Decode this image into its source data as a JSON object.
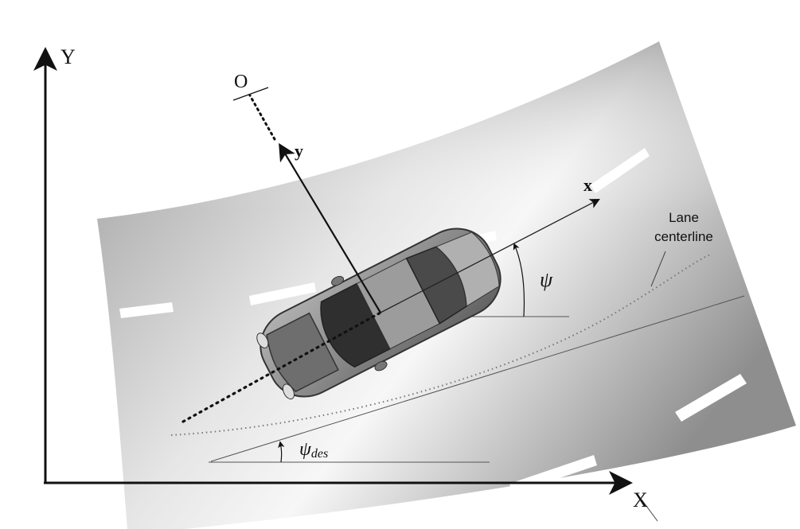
{
  "labels": {
    "global_y": "Y",
    "global_x": "X",
    "origin": "O",
    "vehicle_y": "y",
    "vehicle_x": "x",
    "lane_line1": "Lane",
    "lane_line2": "centerline",
    "psi": "ψ",
    "psi_des_symbol": "ψ",
    "psi_des_subscript": "des"
  },
  "colors": {
    "axis": "#111111",
    "road_light": "#f2f2f2",
    "road_dark": "#8a8a8a",
    "lane_dash": "#ffffff",
    "car_body": "#9a9a9a",
    "car_glass": "#3a3a3a"
  }
}
